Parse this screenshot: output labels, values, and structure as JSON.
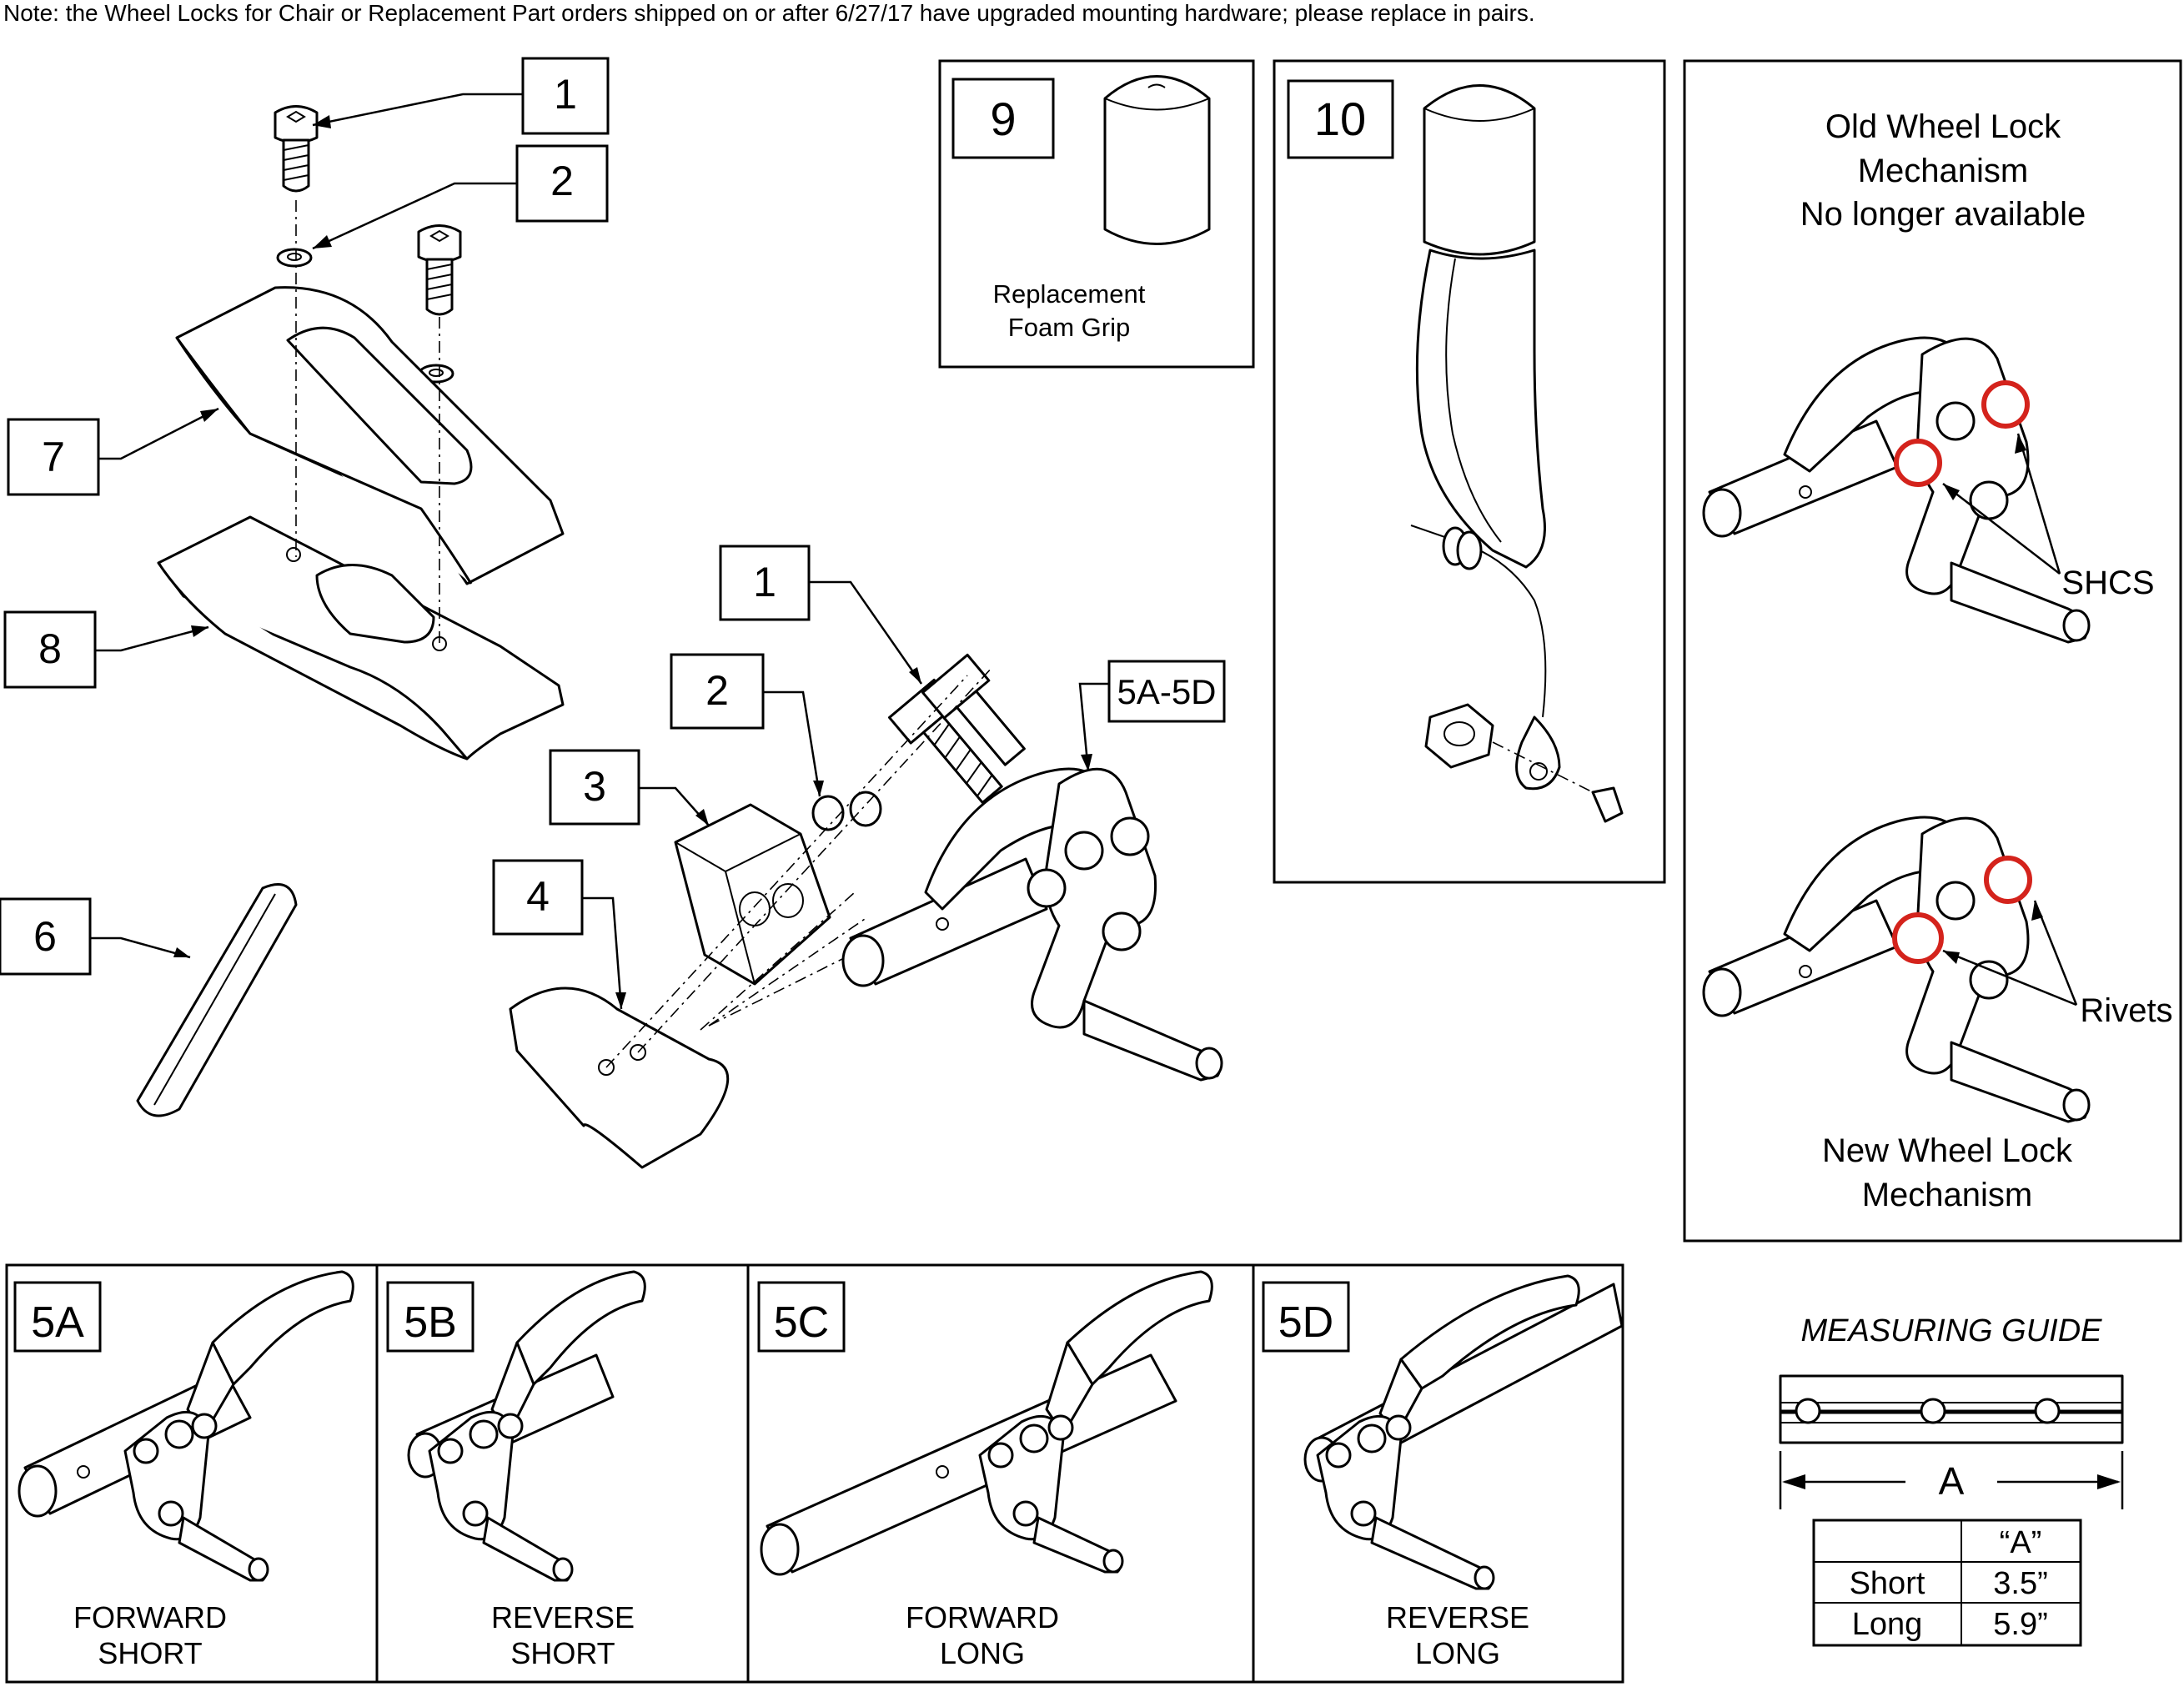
{
  "note": "Note: the Wheel Locks for Chair or Replacement Part orders shipped on or after 6/27/17 have upgraded mounting hardware; please replace in pairs.",
  "callouts": {
    "c1_top": "1",
    "c2_top": "2",
    "c7": "7",
    "c8": "8",
    "c6": "6",
    "c1_mid": "1",
    "c2_mid": "2",
    "c3": "3",
    "c4": "4",
    "c5": "5A-5D",
    "c9": "9",
    "c10": "10"
  },
  "panel9": {
    "caption_line1": "Replacement",
    "caption_line2": "Foam Grip"
  },
  "comparison": {
    "old_line1": "Old Wheel Lock",
    "old_line2": "Mechanism",
    "old_line3": "No longer available",
    "shcs_label": "SHCS",
    "rivets_label": "Rivets",
    "new_line1": "New Wheel Lock",
    "new_line2": "Mechanism",
    "highlight_color": "#d4231c"
  },
  "variants": [
    {
      "tag": "5A",
      "line1": "FORWARD",
      "line2": "SHORT"
    },
    {
      "tag": "5B",
      "line1": "REVERSE",
      "line2": "SHORT"
    },
    {
      "tag": "5C",
      "line1": "FORWARD",
      "line2": "LONG"
    },
    {
      "tag": "5D",
      "line1": "REVERSE",
      "line2": "LONG"
    }
  ],
  "guide": {
    "title": "MEASURING GUIDE",
    "dimension_label": "A",
    "table": {
      "header": "“A”",
      "rows": [
        {
          "name": "Short",
          "value": "3.5”"
        },
        {
          "name": "Long",
          "value": "5.9”"
        }
      ]
    }
  }
}
